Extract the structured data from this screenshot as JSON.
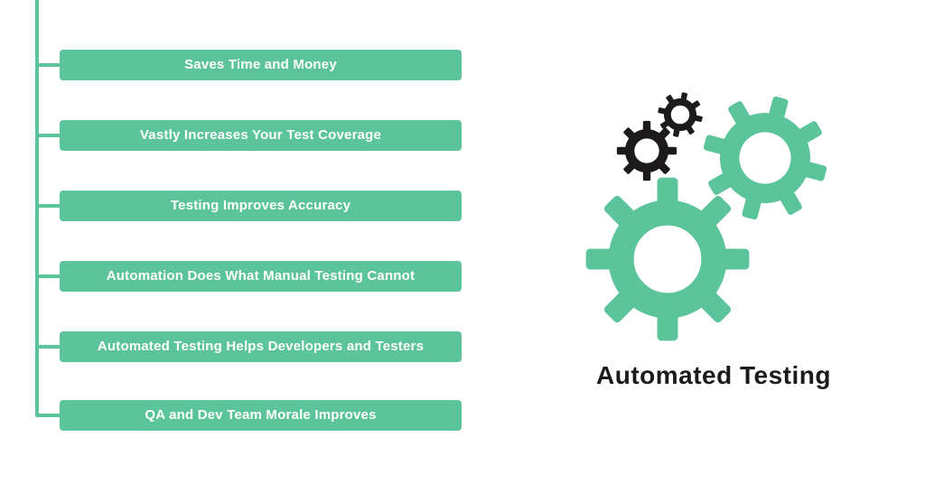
{
  "colors": {
    "green": "#5bc49a",
    "ink": "#1c1a1a",
    "white": "#ffffff"
  },
  "benefits": {
    "items": [
      "Saves Time and Money",
      "Vastly Increases Your Test Coverage",
      "Testing Improves Accuracy",
      "Automation Does What Manual Testing Cannot",
      "Automated Testing Helps Developers and Testers",
      "QA and Dev Team Morale Improves"
    ]
  },
  "illustration": {
    "caption": "Automated Testing",
    "icon": "gears-icon"
  }
}
